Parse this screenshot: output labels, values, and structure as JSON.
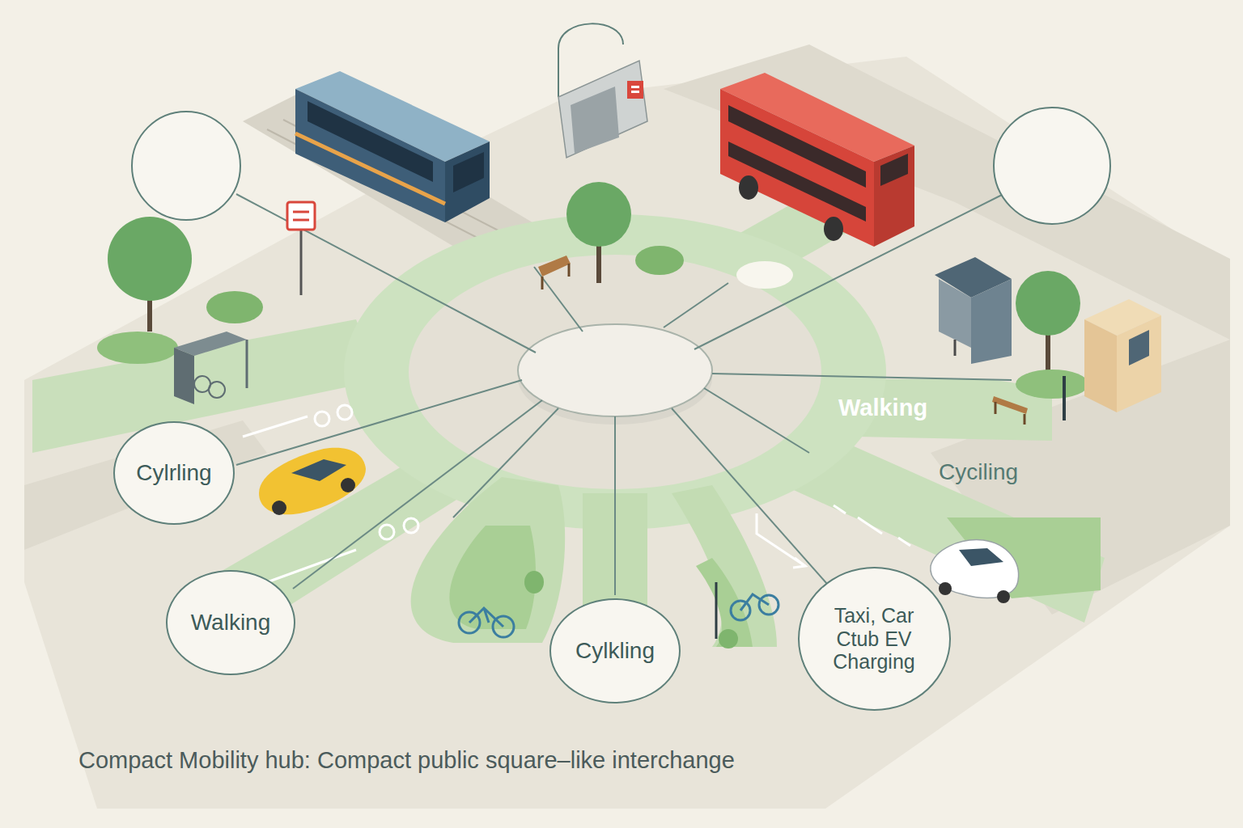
{
  "diagram": {
    "title": "Compact Mobility hub: Compact public square–like interchange",
    "nodes": [
      {
        "text": [
          "Cylrling"
        ]
      },
      {
        "text": [
          "Walking"
        ]
      },
      {
        "text": [
          "Cylkling"
        ]
      },
      {
        "text": [
          "Taxi, Car Ctub EV Charging"
        ]
      }
    ],
    "labels": [
      "Walking",
      "Cyciling"
    ]
  }
}
